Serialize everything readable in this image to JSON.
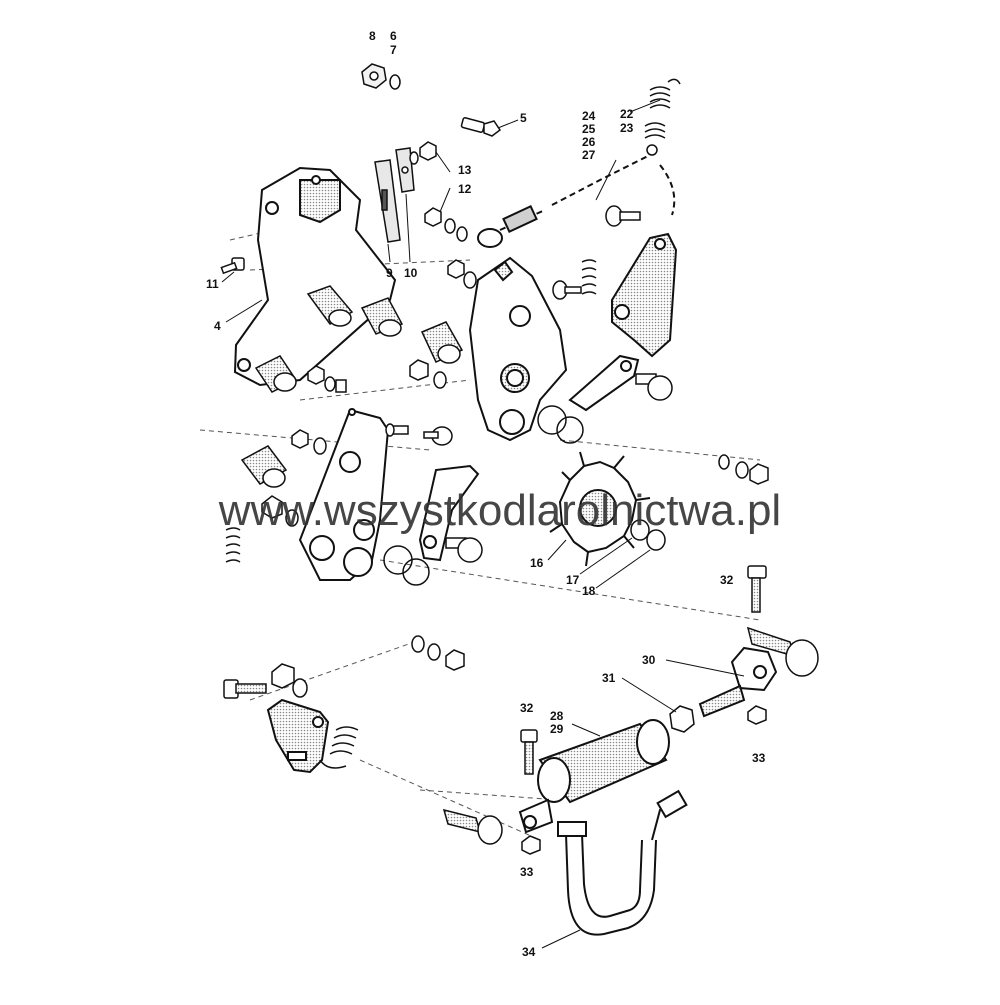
{
  "watermark": "www.wszystkodlarolnictwa.pl",
  "part_numbers": {
    "n8": "8",
    "n6": "6",
    "n7": "7",
    "n5": "5",
    "n24_27": [
      "24",
      "25",
      "26",
      "27"
    ],
    "n22": "22",
    "n23": "23",
    "n13": "13",
    "n12": "12",
    "n9": "9",
    "n10": "10",
    "n11": "11",
    "n4": "4",
    "n16": "16",
    "n17": "17",
    "n18": "18",
    "n32a": "32",
    "n30": "30",
    "n31": "31",
    "n32b": "32",
    "n28": "28",
    "n29": "29",
    "n33a": "33",
    "n33b": "33",
    "n34": "34"
  },
  "colors": {
    "ink": "#111111",
    "shade": "#9a9a9a",
    "paper": "#ffffff"
  }
}
